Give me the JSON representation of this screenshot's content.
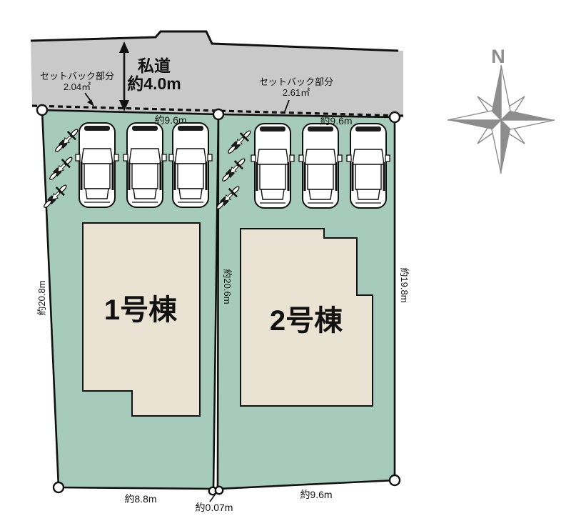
{
  "road": {
    "name": "私道",
    "width": "約4.0m"
  },
  "setbacks": [
    {
      "label": "セットバック部分",
      "area": "2.04㎡"
    },
    {
      "label": "セットバック部分",
      "area": "2.61㎡"
    }
  ],
  "lots": [
    {
      "building": "1号棟",
      "front_width": "約9.6m",
      "left_depth": "約20.8m",
      "bottom_width": "約8.8m"
    },
    {
      "building": "2号棟",
      "front_width": "約9.6m",
      "left_depth": "約20.6m",
      "right_depth": "約19.8m",
      "bottom_width": "約9.6m"
    }
  ],
  "boundary_gap": "約0.07m",
  "compass": {
    "label": "N"
  },
  "counts": {
    "cars_per_lot": 3,
    "bicycles_per_lot": 3
  },
  "colors": {
    "lot_green": "#a6cbbc",
    "road_gray": "#c9c9c9",
    "building_beige": "#eae2d2",
    "compass_gray": "#8d8d8d",
    "line_black": "#111111"
  }
}
